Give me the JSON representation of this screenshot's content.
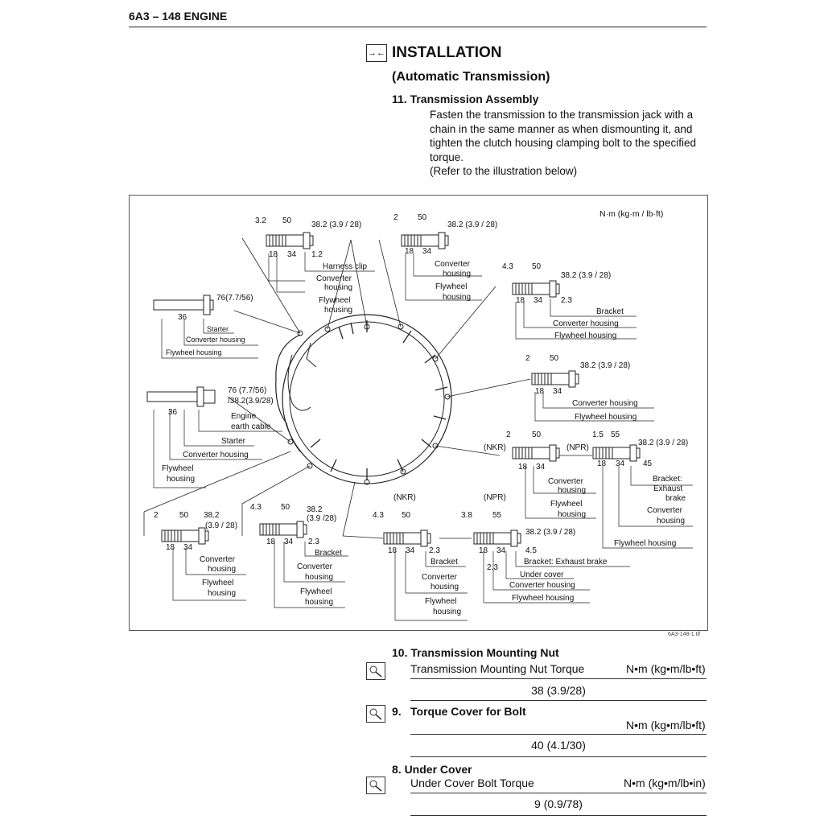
{
  "header": {
    "section": "6A3 – 148  ENGINE"
  },
  "installation": {
    "icon": "arrows-in-icon",
    "title": "INSTALLATION",
    "subtitle": "(Automatic Transmission)",
    "step_title": "11. Transmission Assembly",
    "step_text": "Fasten the transmission to the transmission jack with a chain in the same manner as when dismounting it, and tighten the clutch housing clamping bolt to the specified torque.",
    "ref_text": "(Refer to the illustration below)"
  },
  "figure": {
    "units": "N·m (kg·m / lb·ft)",
    "figure_id": "6A3-148-1.tif",
    "labels": {
      "b1_d1": "3.2",
      "b1_d2": "50",
      "b1_t": "38.2 (3.9 / 28)",
      "b1_a": "18",
      "b1_b": "34",
      "b1_c": "1.2",
      "b1_l1": "Harness clip",
      "b1_l2": "Converter",
      "b1_l2b": "housing",
      "b1_l3": "Flywheel",
      "b1_l3b": "housing",
      "b2_d1": "2",
      "b2_d2": "50",
      "b2_t": "38.2 (3.9 / 28)",
      "b2_a": "18",
      "b2_b": "34",
      "b2_l1": "Converter",
      "b2_l1b": "housing",
      "b2_l2": "Flywheel",
      "b2_l2b": "housing",
      "b3_d1": "4.3",
      "b3_d2": "50",
      "b3_t": "38.2 (3.9 / 28)",
      "b3_a": "18",
      "b3_b": "34",
      "b3_c": "2.3",
      "b3_l1": "Bracket",
      "b3_l2": "Converter housing",
      "b3_l3": "Flywheel housing",
      "b4_d1": "2",
      "b4_d2": "50",
      "b4_t": "38.2 (3.9 / 28)",
      "b4_a": "18",
      "b4_b": "34",
      "b4_l1": "Converter housing",
      "b4_l2": "Flywheel housing",
      "b5_nkr": "(NKR)",
      "b5_npr": "(NPR)",
      "b5_d1": "2",
      "b5_d2": "50",
      "b5_d3": "1.5",
      "b5_d4": "55",
      "b5_t": "38.2 (3.9 / 28)",
      "b5_a": "18",
      "b5_b": "34",
      "b5_a2": "18",
      "b5_b2": "34",
      "b5_c2": "45",
      "b5_l1": "Converter",
      "b5_l1b": "housing",
      "b5_l2": "Flywheel",
      "b5_l2b": "housing",
      "b5_l3": "Bracket:",
      "b5_l3b": "Exhaust",
      "b5_l3c": "brake",
      "b5_l4": "Converter",
      "b5_l4b": "housing",
      "b5_l5": "Flywheel housing",
      "bL1_t": "76(7.7/56)",
      "bL1_d": "36",
      "bL1_l1": "Starter",
      "bL1_l2": "Converter housing",
      "bL1_l3": "Flywheel housing",
      "bL2_t1": "76 (7.7/56)",
      "bL2_t2": "/38.2(3.9/28)",
      "bL2_d": "36",
      "bL2_l1": "Engine",
      "bL2_l1b": "earth cable",
      "bL2_l2": "Starter",
      "bL2_l3": "Converter housing",
      "bL2_l4": "Flywheel",
      "bL2_l4b": "housing",
      "b6_d1": "2",
      "b6_d2": "50",
      "b6_t1": "38.2",
      "b6_t2": "(3.9 / 28)",
      "b6_a": "18",
      "b6_b": "34",
      "b6_l1": "Converter",
      "b6_l1b": "housing",
      "b6_l2": "Flywheel",
      "b6_l2b": "housing",
      "b7_d1": "4.3",
      "b7_d2": "50",
      "b7_t1": "38.2",
      "b7_t2": "(3.9 /28)",
      "b7_a": "18",
      "b7_b": "34",
      "b7_c": "2.3",
      "b7_l1": "Bracket",
      "b7_l2": "Converter",
      "b7_l2b": "housing",
      "b7_l3": "Flywheel",
      "b7_l3b": "housing",
      "b8_nkr": "(NKR)",
      "b8_d1": "4.3",
      "b8_d2": "50",
      "b8_a": "18",
      "b8_b": "34",
      "b8_c": "2.3",
      "b8_l1": "Bracket",
      "b8_l2": "Converter",
      "b8_l2b": "housing",
      "b8_l3": "Flywheel",
      "b8_l3b": "housing",
      "b9_npr": "(NPR)",
      "b9_d1": "3.8",
      "b9_d2": "55",
      "b9_t": "38.2 (3.9 / 28)",
      "b9_a": "18",
      "b9_b": "34",
      "b9_c": "4.5",
      "b9_c2": "2.3",
      "b9_l1": "Bracket: Exhaust brake",
      "b9_l2": "Under cover",
      "b9_l3": "Converter housing",
      "b9_l4": "Flywheel housing"
    }
  },
  "sections": [
    {
      "title": "10. Transmission Mounting Nut",
      "sub": "Transmission Mounting Nut Torque",
      "unit": "N•m (kg•m/lb•ft)",
      "value": "38 (3.9/28)"
    },
    {
      "title_num": "9.",
      "title": "Torque Cover for Bolt",
      "unit": "N•m (kg•m/lb•ft)",
      "value": "40 (4.1/30)"
    },
    {
      "title": "8.  Under Cover",
      "sub": "Under Cover Bolt Torque",
      "unit": "N•m (kg•m/lb•in)",
      "value": "9 (0.9/78)"
    }
  ]
}
